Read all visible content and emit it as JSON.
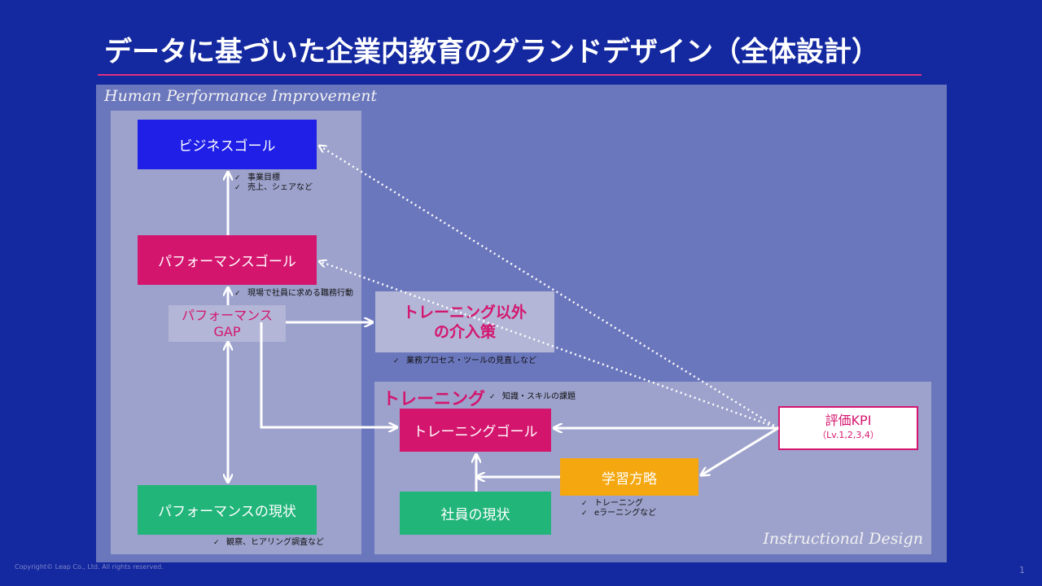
{
  "header": {
    "title": "データに基づいた企業内教育のグランドデザイン（全体設計）"
  },
  "frames": {
    "hpi_label": "Human Performance Improvement",
    "id_label": "Instructional Design"
  },
  "nodes": {
    "business_goal": "ビジネスゴール",
    "performance_goal": "パフォーマンスゴール",
    "performance_gap_line1": "パフォーマンス",
    "performance_gap_line2": "GAP",
    "non_training_line1": "トレーニング以外",
    "non_training_line2": "の介入策",
    "performance_current": "パフォーマンスの現状",
    "training_label": "トレーニング",
    "training_goal": "トレーニングゴール",
    "learning_strategy": "学習方略",
    "employee_current": "社員の現状",
    "kpi_title": "評価KPI",
    "kpi_sub": "（Lv.1,2,3,4）"
  },
  "notes": {
    "business": [
      "事業目標",
      "売上、シェアなど"
    ],
    "performance_goal": [
      "現場で社員に求める職務行動"
    ],
    "non_training": [
      "業務プロセス・ツールの見直しなど"
    ],
    "training": [
      "知識・スキルの課題"
    ],
    "learning_strategy": [
      "トレーニング",
      "eラーニングなど"
    ],
    "performance_current": [
      "観察、ヒアリング調査など"
    ]
  },
  "footer": {
    "copyright": "Copyright© Leap Co., Ltd. All rights reserved.",
    "page": "1"
  },
  "colors": {
    "background": "#1428a0",
    "magenta": "#d4156e",
    "blue_box": "#1f1fe8",
    "green_box": "#21b57a",
    "orange_box": "#f5a70f"
  }
}
